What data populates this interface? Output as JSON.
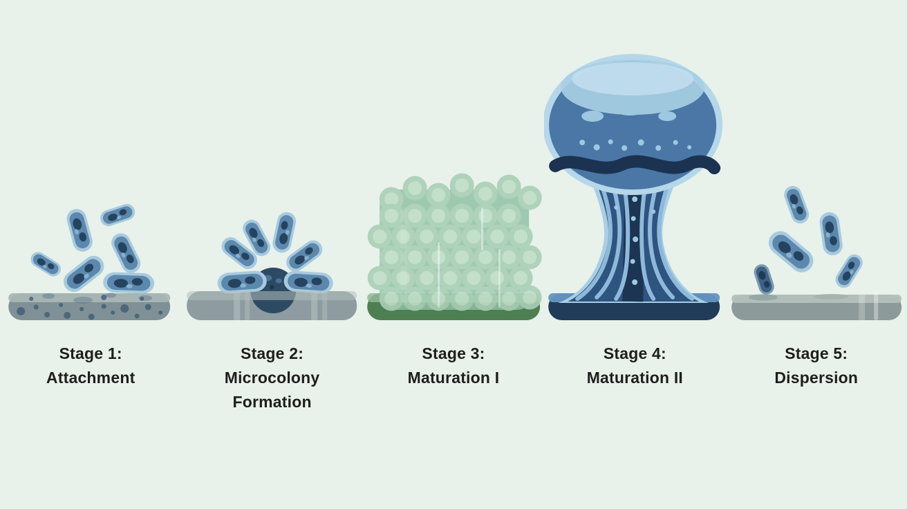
{
  "title": "Biofilm formation life-cycle diagram",
  "background_color": "#e8f1ea",
  "text_color": "#1e1e1e",
  "stages": [
    {
      "id": 1,
      "label_line1": "Stage 1:",
      "label_line2": "Attachment",
      "icon": "planktonic-bacteria-attaching-icon",
      "surface_color": "#7f9196"
    },
    {
      "id": 2,
      "label_line1": "Stage 2:",
      "label_line2": "Microcolony Formation",
      "icon": "bacteria-microcolony-fan-icon",
      "surface_color": "#8e9ba0"
    },
    {
      "id": 3,
      "label_line1": "Stage 3:",
      "label_line2": "Maturation I",
      "icon": "biofilm-matrix-spheres-icon",
      "surface_color": "#4d7f53"
    },
    {
      "id": 4,
      "label_line1": "Stage 4:",
      "label_line2": "Maturation II",
      "icon": "mushroom-shaped-biofilm-icon",
      "surface_color": "#203c59"
    },
    {
      "id": 5,
      "label_line1": "Stage 5:",
      "label_line2": "Dispersion",
      "icon": "bacteria-dispersing-icon",
      "surface_color": "#8c9b99"
    }
  ],
  "colors": {
    "bacterium_outer": "#a8cade",
    "bacterium_body": "#5c88ad",
    "bacterium_inner": "#24435f",
    "dome": "#2d4a63",
    "matrix_sphere": "#a9cfb5",
    "matrix_sphere_inner": "#c0dfc8",
    "matrix_mass": "#8fc0a4",
    "mushroom_rim": "#b5d7e9",
    "mushroom_cap": "#4a77a6",
    "mushroom_dark_band": "#1b3250",
    "stem_stripe": "#8fb9da",
    "navy_surface": "#203c59"
  }
}
